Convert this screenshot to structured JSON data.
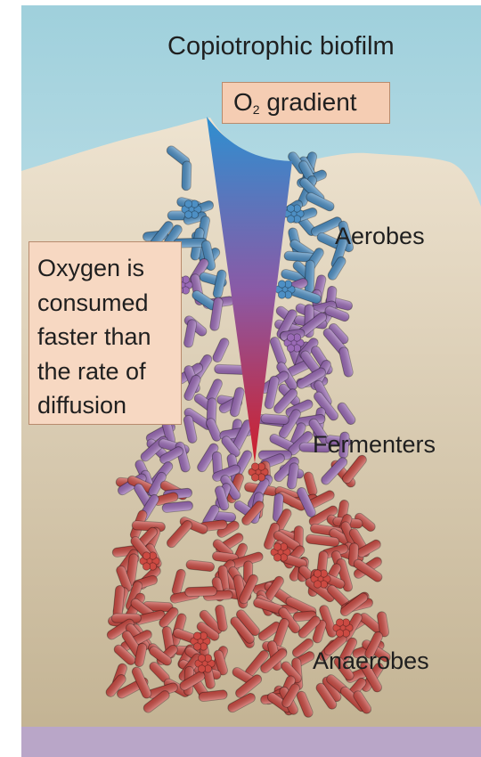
{
  "title": "Copiotrophic biofilm",
  "gradient_label": {
    "prefix": "O",
    "subscript": "2",
    "suffix": " gradient"
  },
  "callout_lines": [
    "Oxygen is",
    "consumed",
    "faster than",
    "the rate of",
    "diffusion"
  ],
  "zones": {
    "aerobes": "Aerobes",
    "fermenters": "Fermenters",
    "anaerobes": "Anaerobes"
  },
  "colors": {
    "sky_top": "#9fd0dc",
    "sky_bottom": "#eef6f8",
    "ground_top": "#eee3d0",
    "ground_bottom": "#c3b393",
    "aerobe_cell": "#4d8fc4",
    "fermenter_cell": "#9a6ab6",
    "anaerobe_cell": "#cc4a42",
    "gradient_top": "#2e8fd0",
    "gradient_mid": "#8a5aa6",
    "gradient_bottom": "#cf1f2a",
    "floor": "#b9a6c8"
  }
}
